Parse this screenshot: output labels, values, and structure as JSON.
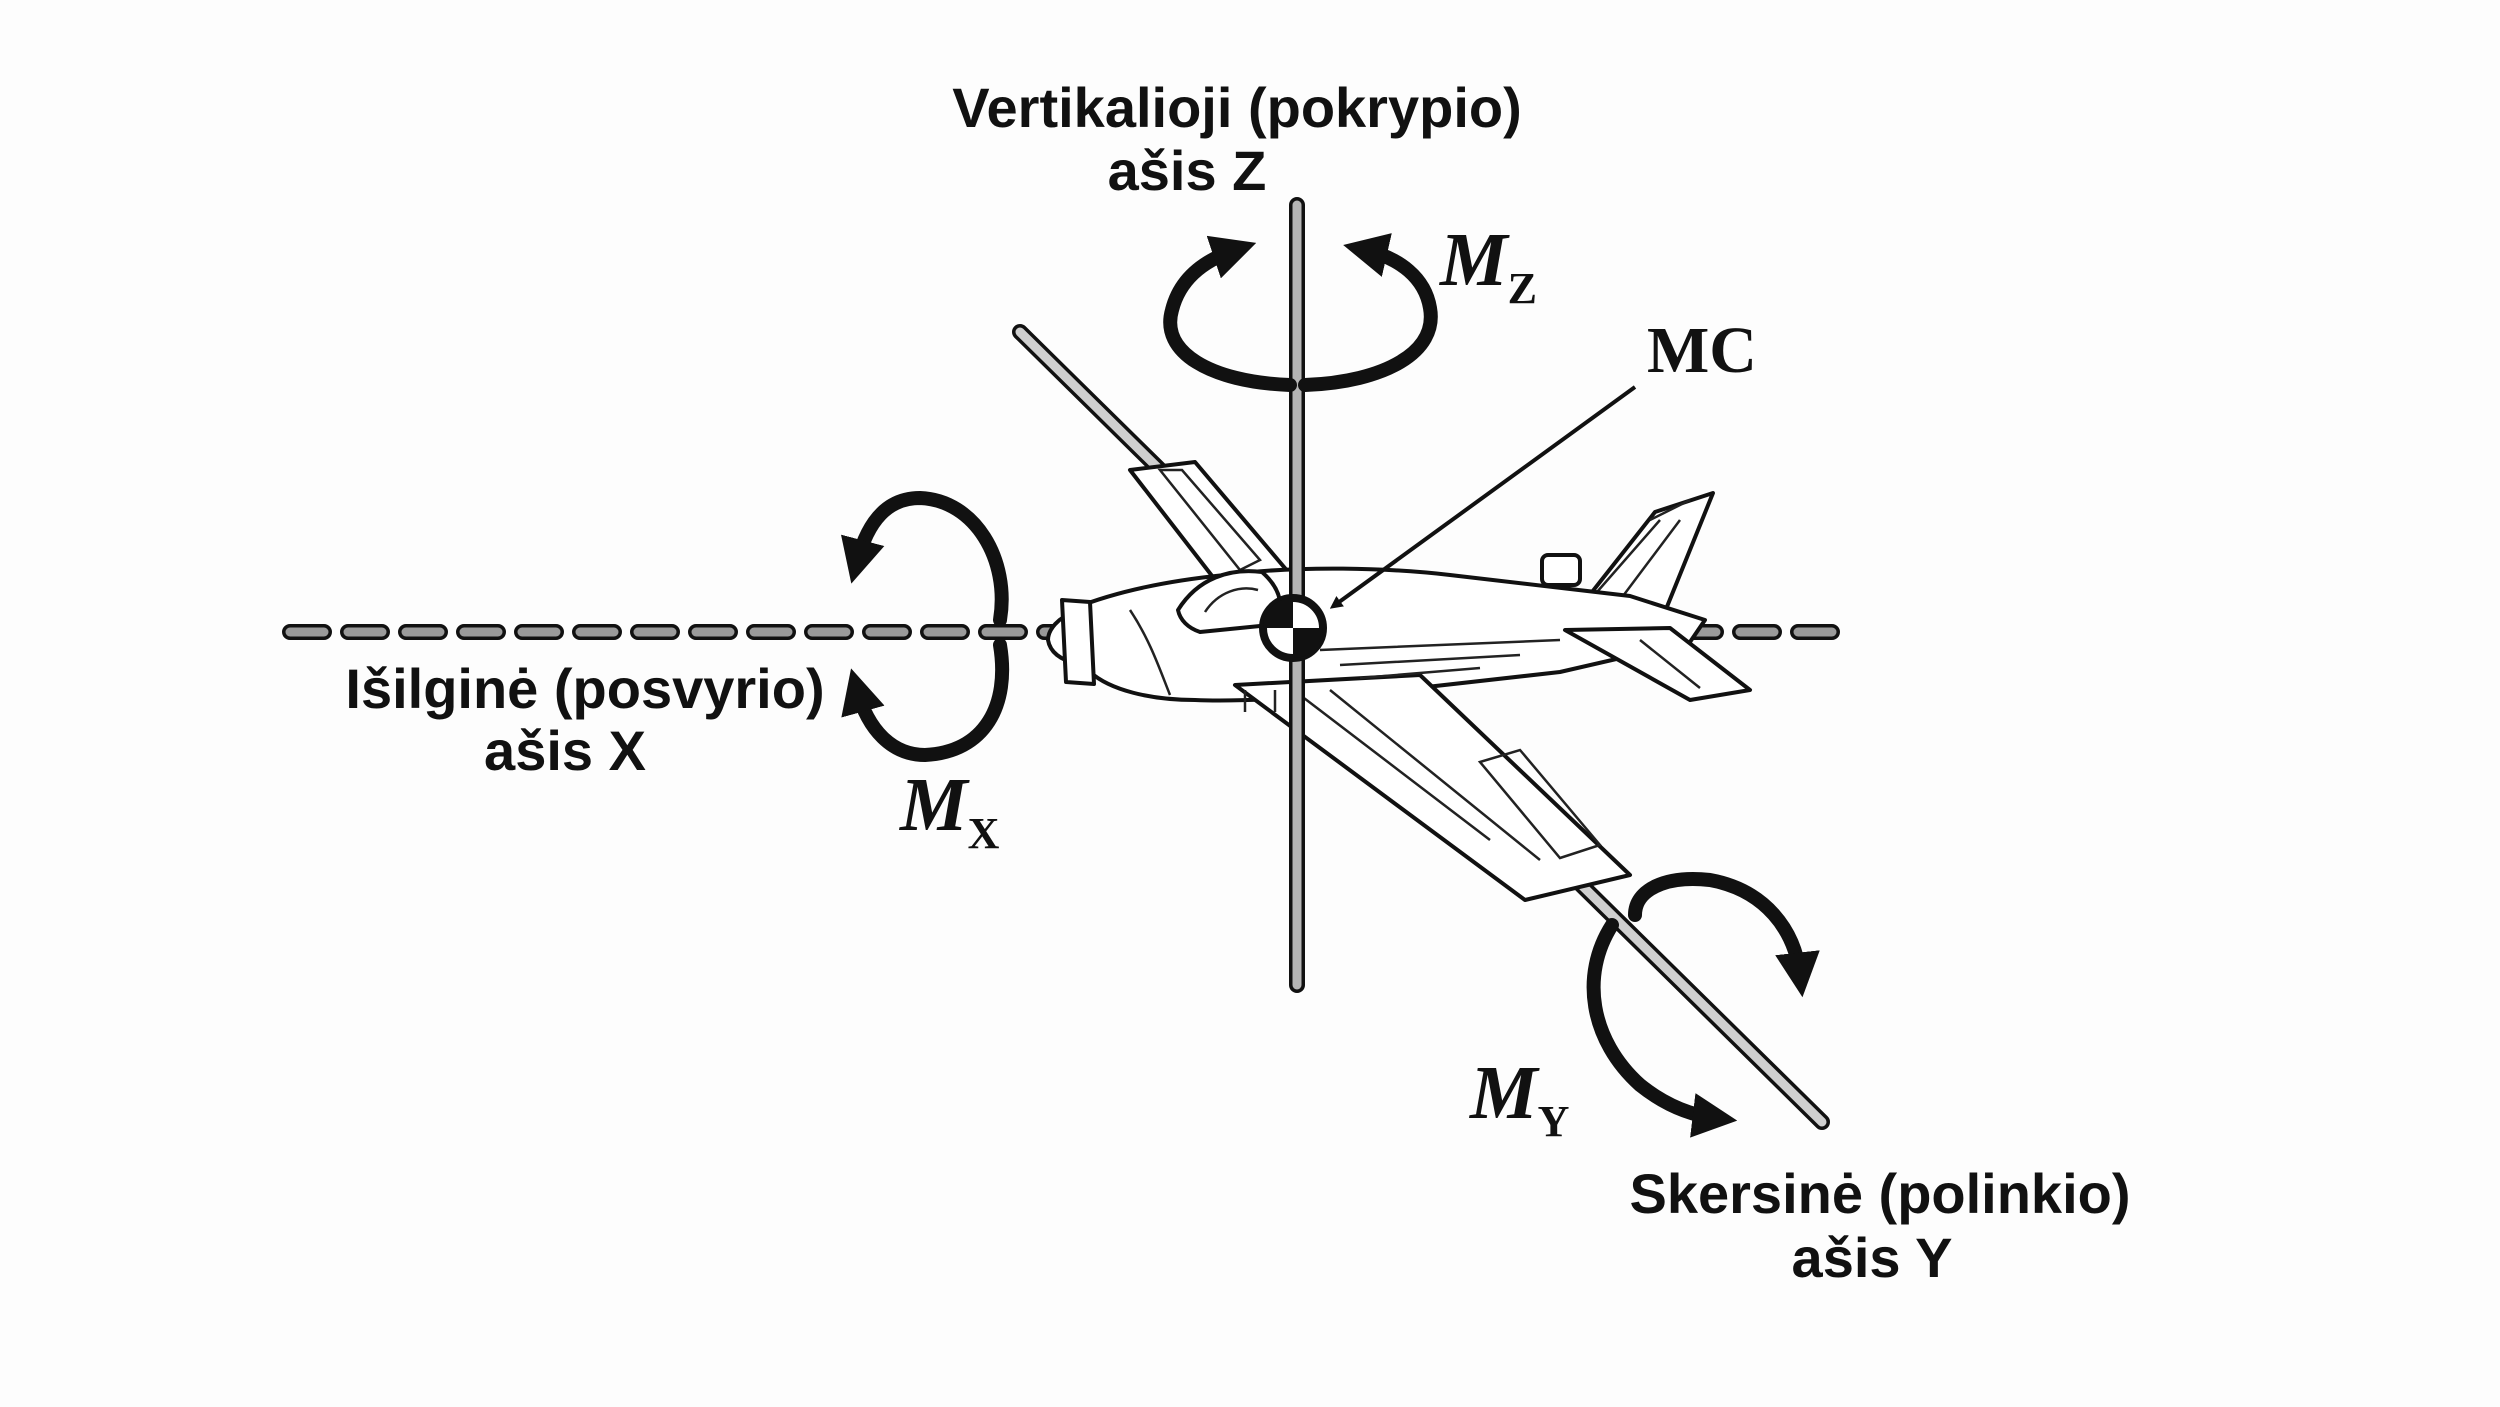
{
  "axes": {
    "vertical": {
      "line1": "Vertikalioji (pokrypio)",
      "line2": "ašis Z"
    },
    "longitudinal": {
      "line1": "Išilginė (posvyrio)",
      "line2": "ašis X"
    },
    "lateral": {
      "line1": "Skersinė (polinkio)",
      "line2": "ašis Y"
    }
  },
  "moments": {
    "z": {
      "symbol": "M",
      "subscript": "Z"
    },
    "x": {
      "symbol": "M",
      "subscript": "X"
    },
    "y": {
      "symbol": "M",
      "subscript": "Y"
    }
  },
  "center": {
    "label": "MC"
  }
}
